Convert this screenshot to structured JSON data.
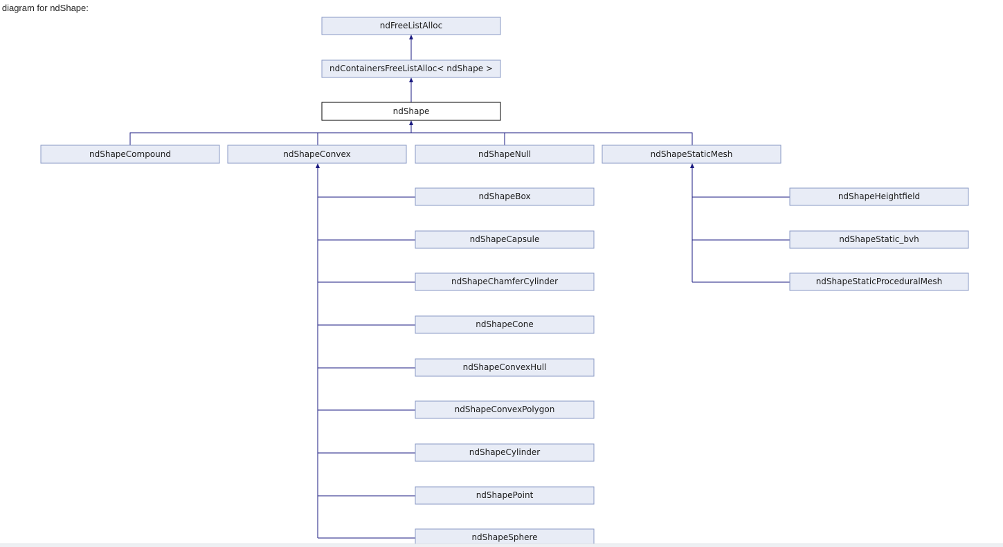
{
  "caption": "e diagram for ndShape:",
  "nodes": {
    "freelist": "ndFreeListAlloc",
    "containers": "ndContainersFreeListAlloc< ndShape >",
    "shape": "ndShape",
    "compound": "ndShapeCompound",
    "convex": "ndShapeConvex",
    "null": "ndShapeNull",
    "staticmesh": "ndShapeStaticMesh",
    "box": "ndShapeBox",
    "capsule": "ndShapeCapsule",
    "chamfer": "ndShapeChamferCylinder",
    "cone": "ndShapeCone",
    "hull": "ndShapeConvexHull",
    "polygon": "ndShapeConvexPolygon",
    "cylinder": "ndShapeCylinder",
    "point": "ndShapePoint",
    "sphere": "ndShapeSphere",
    "heightfield": "ndShapeHeightfield",
    "bvh": "ndShapeStatic_bvh",
    "procedural": "ndShapeStaticProceduralMesh"
  },
  "colors": {
    "node_fill": "#e8ecf6",
    "node_border": "#8898c4",
    "current_fill": "#ffffff",
    "current_border": "#000000",
    "edge": "#1a1a80"
  }
}
